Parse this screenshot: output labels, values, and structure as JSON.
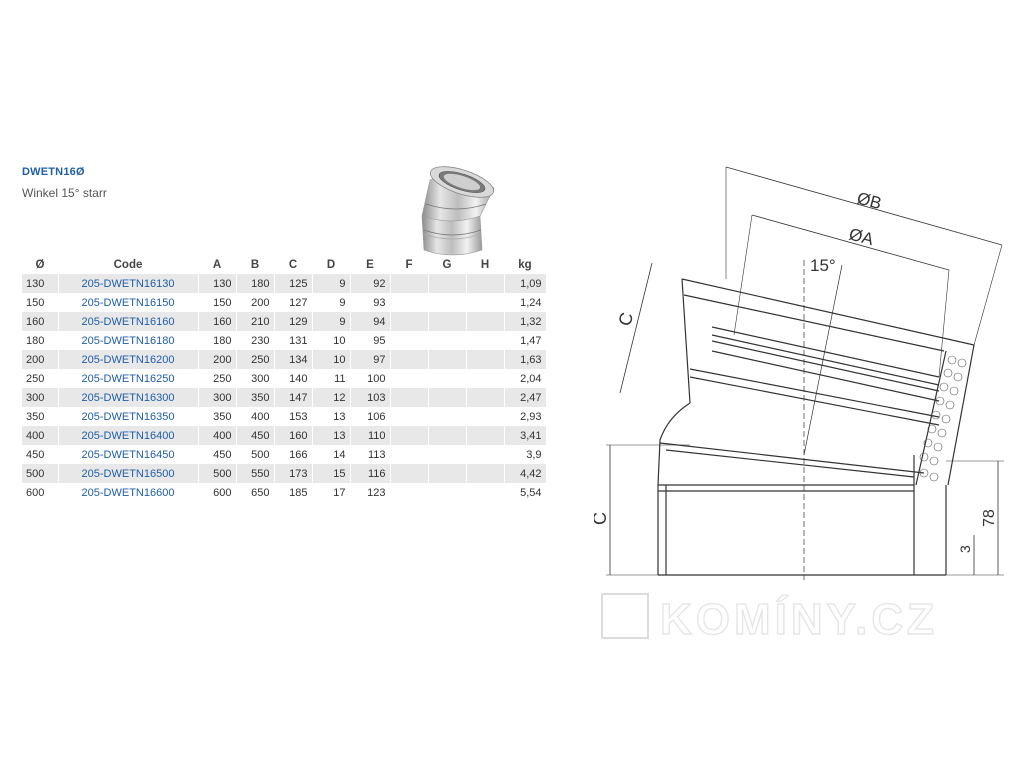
{
  "header": {
    "title": "DWETN16Ø",
    "subtitle": "Winkel 15° starr"
  },
  "table": {
    "columns": [
      "Ø",
      "Code",
      "A",
      "B",
      "C",
      "D",
      "E",
      "F",
      "G",
      "H",
      "kg"
    ],
    "rows": [
      [
        "130",
        "205-DWETN16130",
        "130",
        "180",
        "125",
        "9",
        "92",
        "",
        "",
        "",
        "1,09"
      ],
      [
        "150",
        "205-DWETN16150",
        "150",
        "200",
        "127",
        "9",
        "93",
        "",
        "",
        "",
        "1,24"
      ],
      [
        "160",
        "205-DWETN16160",
        "160",
        "210",
        "129",
        "9",
        "94",
        "",
        "",
        "",
        "1,32"
      ],
      [
        "180",
        "205-DWETN16180",
        "180",
        "230",
        "131",
        "10",
        "95",
        "",
        "",
        "",
        "1,47"
      ],
      [
        "200",
        "205-DWETN16200",
        "200",
        "250",
        "134",
        "10",
        "97",
        "",
        "",
        "",
        "1,63"
      ],
      [
        "250",
        "205-DWETN16250",
        "250",
        "300",
        "140",
        "11",
        "100",
        "",
        "",
        "",
        "2,04"
      ],
      [
        "300",
        "205-DWETN16300",
        "300",
        "350",
        "147",
        "12",
        "103",
        "",
        "",
        "",
        "2,47"
      ],
      [
        "350",
        "205-DWETN16350",
        "350",
        "400",
        "153",
        "13",
        "106",
        "",
        "",
        "",
        "2,93"
      ],
      [
        "400",
        "205-DWETN16400",
        "400",
        "450",
        "160",
        "13",
        "110",
        "",
        "",
        "",
        "3,41"
      ],
      [
        "450",
        "205-DWETN16450",
        "450",
        "500",
        "166",
        "14",
        "113",
        "",
        "",
        "",
        "3,9"
      ],
      [
        "500",
        "205-DWETN16500",
        "500",
        "550",
        "173",
        "15",
        "116",
        "",
        "",
        "",
        "4,42"
      ],
      [
        "600",
        "205-DWETN16600",
        "600",
        "650",
        "185",
        "17",
        "123",
        "",
        "",
        "",
        "5,54"
      ]
    ]
  },
  "diagram": {
    "label_b": "ØB",
    "label_a": "ØA",
    "label_angle": "15°",
    "label_c_top": "C",
    "label_c_bottom": "C",
    "label_78": "78",
    "label_3": "3"
  },
  "watermark": {
    "text": "KOMÍNY.CZ"
  },
  "colors": {
    "link": "#1f5ea8",
    "row_alt": "#e8e8e8"
  }
}
